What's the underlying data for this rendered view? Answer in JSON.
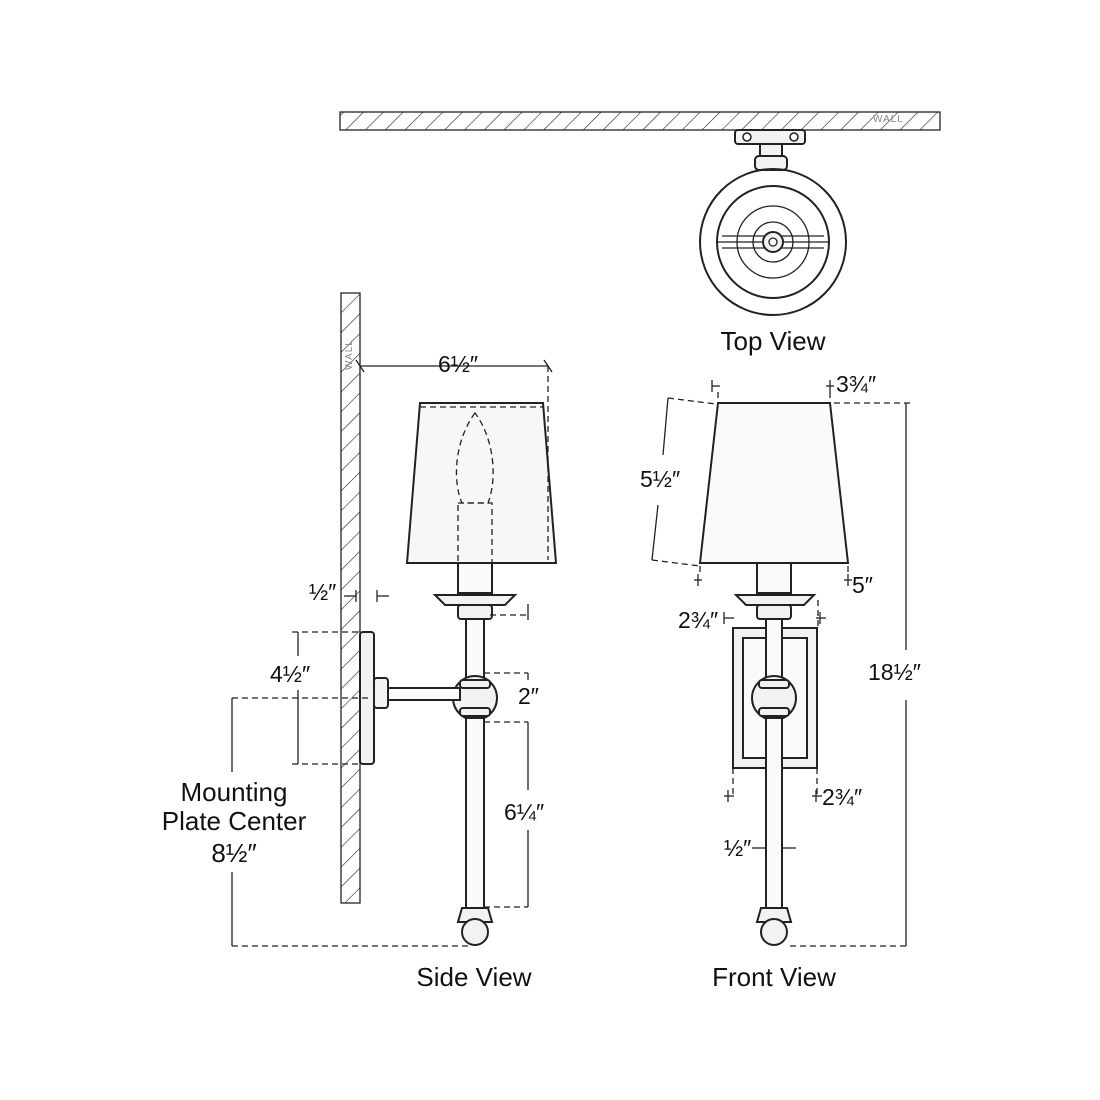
{
  "captions": {
    "top_view": "Top View",
    "side_view": "Side View",
    "front_view": "Front View",
    "wall_label": "WALL",
    "mounting_line1": "Mounting",
    "mounting_line2": "Plate Center",
    "mounting_value": "8½″"
  },
  "dimensions": {
    "side_shade_depth": "6½″",
    "side_wall_offset": "½″",
    "side_backplate_height": "4½″",
    "side_ball": "2″",
    "side_lower_stem": "6¼″",
    "front_shade_top": "3¾″",
    "front_shade_height": "5½″",
    "front_shade_bottom": "5″",
    "front_cup": "2¾″",
    "front_backplate_width": "2¾″",
    "front_stem": "½″",
    "front_overall_height": "18½″"
  }
}
